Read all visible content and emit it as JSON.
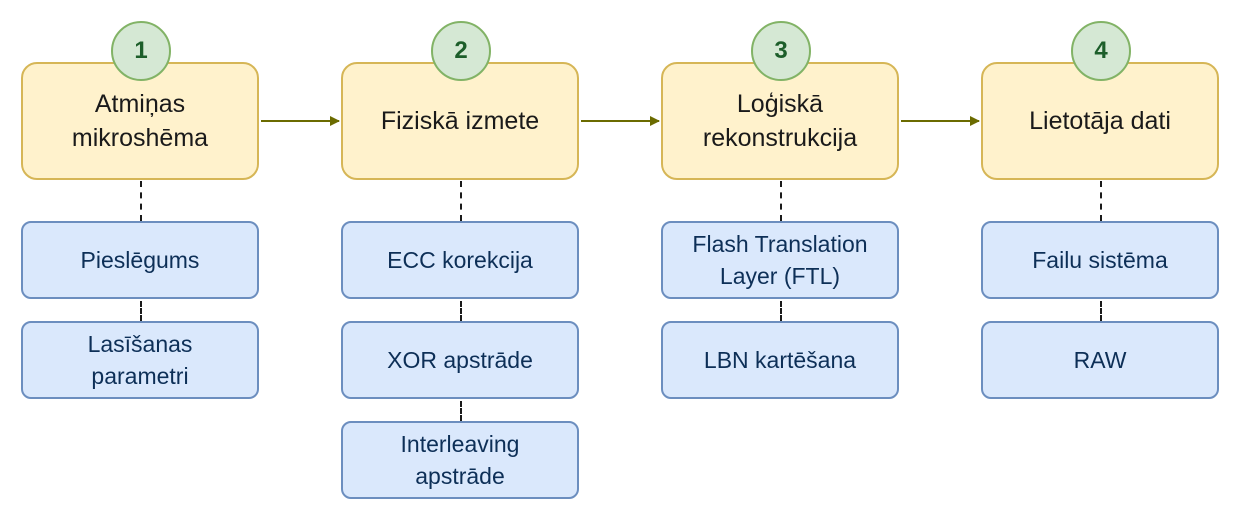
{
  "colors": {
    "stage_fill": "#fff2cc",
    "stage_border": "#d6b656",
    "detail_fill": "#dae8fc",
    "detail_border": "#6c8ebf",
    "badge_fill": "#d5e8d4",
    "badge_border": "#82b366",
    "badge_text": "#1d5e2a",
    "arrow": "#6b6b00"
  },
  "stages": [
    {
      "number": "1",
      "title": "Atmiņas\nmikroshēma",
      "details": [
        "Pieslēgums",
        "Lasīšanas\nparametri"
      ]
    },
    {
      "number": "2",
      "title": "Fiziskā izmete",
      "details": [
        "ECC korekcija",
        "XOR apstrāde",
        "Interleaving\napstrāde"
      ]
    },
    {
      "number": "3",
      "title": "Loģiskā\nrekonstrukcija",
      "details": [
        "Flash Translation\nLayer (FTL)",
        "LBN kartēšana"
      ]
    },
    {
      "number": "4",
      "title": "Lietotāja dati",
      "details": [
        "Failu sistēma",
        "RAW"
      ]
    }
  ]
}
